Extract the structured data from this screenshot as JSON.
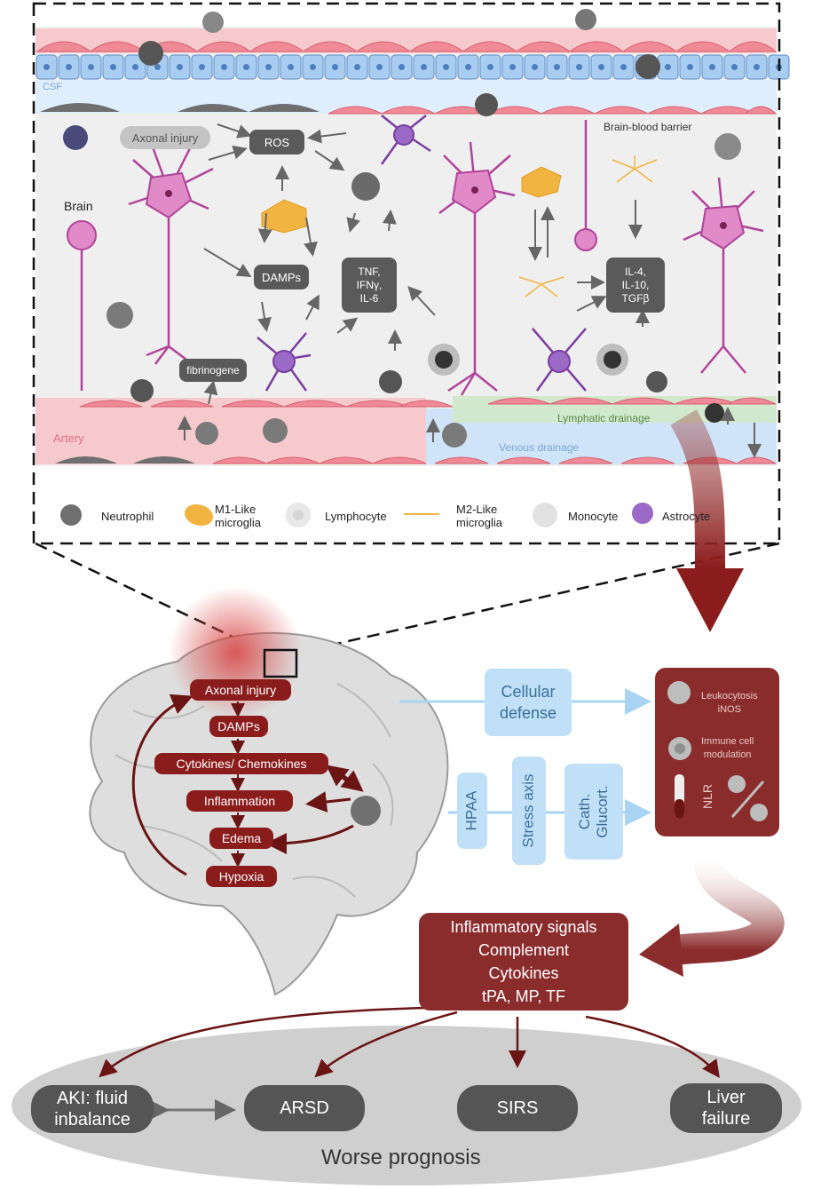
{
  "inset": {
    "csf": "CSF",
    "brain": "Brain",
    "artery": "Artery",
    "bbb": "Brain-blood barrier",
    "axonal": "Axonal injury",
    "ros": "ROS",
    "damps": "DAMPs",
    "cytokines": "TNF,\nIFNγ,\nIL-6",
    "anti": "IL-4,\nIL-10,\nTGFβ",
    "fibrinogen": "fibrinogene",
    "lymph": "Lymphatic drainage",
    "venous": "Venous drainage"
  },
  "legend": [
    {
      "icon": "neutrophil-icon",
      "label": "Neutrophil"
    },
    {
      "icon": "m1-microglia-icon",
      "label": "M1-Like\nmicroglia"
    },
    {
      "icon": "lymphocyte-icon",
      "label": "Lymphocyte"
    },
    {
      "icon": "m2-microglia-icon",
      "label": "M2-Like\nmicroglia"
    },
    {
      "icon": "monocyte-icon",
      "label": "Monocyte"
    },
    {
      "icon": "astrocyte-icon",
      "label": "Astrocyte"
    }
  ],
  "cascade": [
    "Axonal injury",
    "DAMPs",
    "Cytokines/ Chemokines",
    "Inflammation",
    "Edema",
    "Hypoxia"
  ],
  "systemic": {
    "cellular_defense": "Cellular\ndefense",
    "hpaa": "HPAA",
    "stress_axis": "Stress axis",
    "cath": "Cath.\nGlucort.",
    "leukocytosis": "Leukocytosis\niNOS",
    "immune_mod": "Immune cell\nmodulation",
    "nlr": "NLR"
  },
  "signals": [
    "Inflammatory signals",
    "Complement",
    "Cytokines",
    "tPA, MP, TF"
  ],
  "outcomes": {
    "aki": "AKI: fluid\ninbalance",
    "arsd": "ARSD",
    "sirs": "SIRS",
    "liver": "Liver\nfailure",
    "prognosis": "Worse prognosis"
  },
  "colors": {
    "accent_red": "#8b1c1c",
    "endothelium": "#f08a96",
    "csf_blue": "#a9cdf0",
    "dark_node": "#5a5a5a",
    "astrocyte": "#7a3fa0",
    "neuron": "#b0449a",
    "microglia_m1": "#f2b440"
  }
}
